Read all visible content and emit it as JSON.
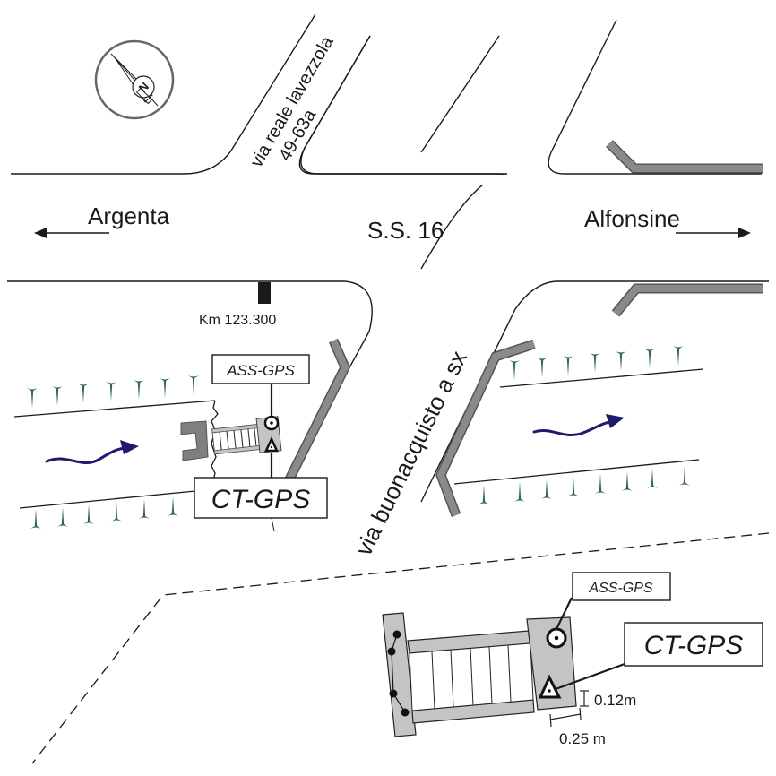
{
  "map": {
    "highway_label": "S.S. 16",
    "directions": [
      {
        "label": "Argenta",
        "direction": "left"
      },
      {
        "label": "Alfonsine",
        "direction": "right"
      }
    ],
    "side_roads": {
      "north": {
        "line1": "via reale lavezzola",
        "line2": "49-63a"
      },
      "south": {
        "label": "via buonacquisto a sx"
      }
    },
    "milestone": {
      "label": "Km 123.300"
    },
    "compass": {
      "icon": "north-arrow-icon",
      "letter": "N"
    },
    "overview": {
      "ass_label": "ASS-GPS",
      "ct_label": "CT-GPS"
    },
    "detail": {
      "ass_label": "ASS-GPS",
      "ct_label": "CT-GPS",
      "offset_vertical": "0.12m",
      "offset_horizontal": "0.25 m"
    },
    "colors": {
      "trees": "#2e6657",
      "flow_arrow": "#1f1a6e",
      "walls": "#7f7f7f",
      "bridge": "#c4c4c4"
    }
  }
}
